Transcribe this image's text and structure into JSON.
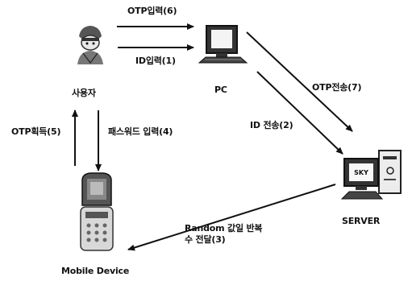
{
  "nodes": {
    "user": {
      "label": "사용자"
    },
    "pc": {
      "label": "PC"
    },
    "server": {
      "label": "SERVER",
      "screen_text": "SKY"
    },
    "mobile": {
      "label": "Mobile Device"
    }
  },
  "edges": {
    "otp_input": {
      "label": "OTP입력(6)"
    },
    "id_input": {
      "label": "ID입력(1)"
    },
    "otp_transfer": {
      "label": "OTP전송(7)"
    },
    "id_transfer": {
      "label": "ID 전송(2)"
    },
    "otp_acquire": {
      "label": "OTP획득(5)"
    },
    "password_input": {
      "label": "패스워드 입력(4)"
    },
    "random_line1": {
      "label": "Random 값일 반복"
    },
    "random_line2": {
      "label": "수 전달(3)"
    }
  }
}
